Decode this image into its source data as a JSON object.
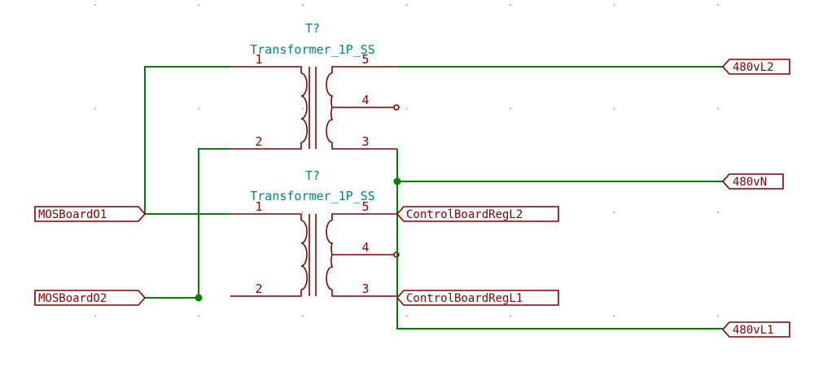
{
  "transformers": [
    {
      "reference": "T?",
      "value": "Transformer_1P_SS",
      "pins": {
        "p1": "1",
        "p2": "2",
        "p3": "3",
        "p4": "4",
        "p5": "5"
      }
    },
    {
      "reference": "T?",
      "value": "Transformer_1P_SS",
      "pins": {
        "p1": "1",
        "p2": "2",
        "p3": "3",
        "p4": "4",
        "p5": "5"
      }
    }
  ],
  "labels": {
    "l480_l2": "480vL2",
    "l480_n": "480vN",
    "l480_l1": "480vL1",
    "mos1": "MOSBoardO1",
    "mos2": "MOSBoardO2",
    "ctrl_l2": "ControlBoardRegL2",
    "ctrl_l1": "ControlBoardRegL1"
  },
  "colors": {
    "wire": "#008400",
    "symbol": "#840000",
    "reference_text": "#008484",
    "grid": "#a0a0a0"
  }
}
